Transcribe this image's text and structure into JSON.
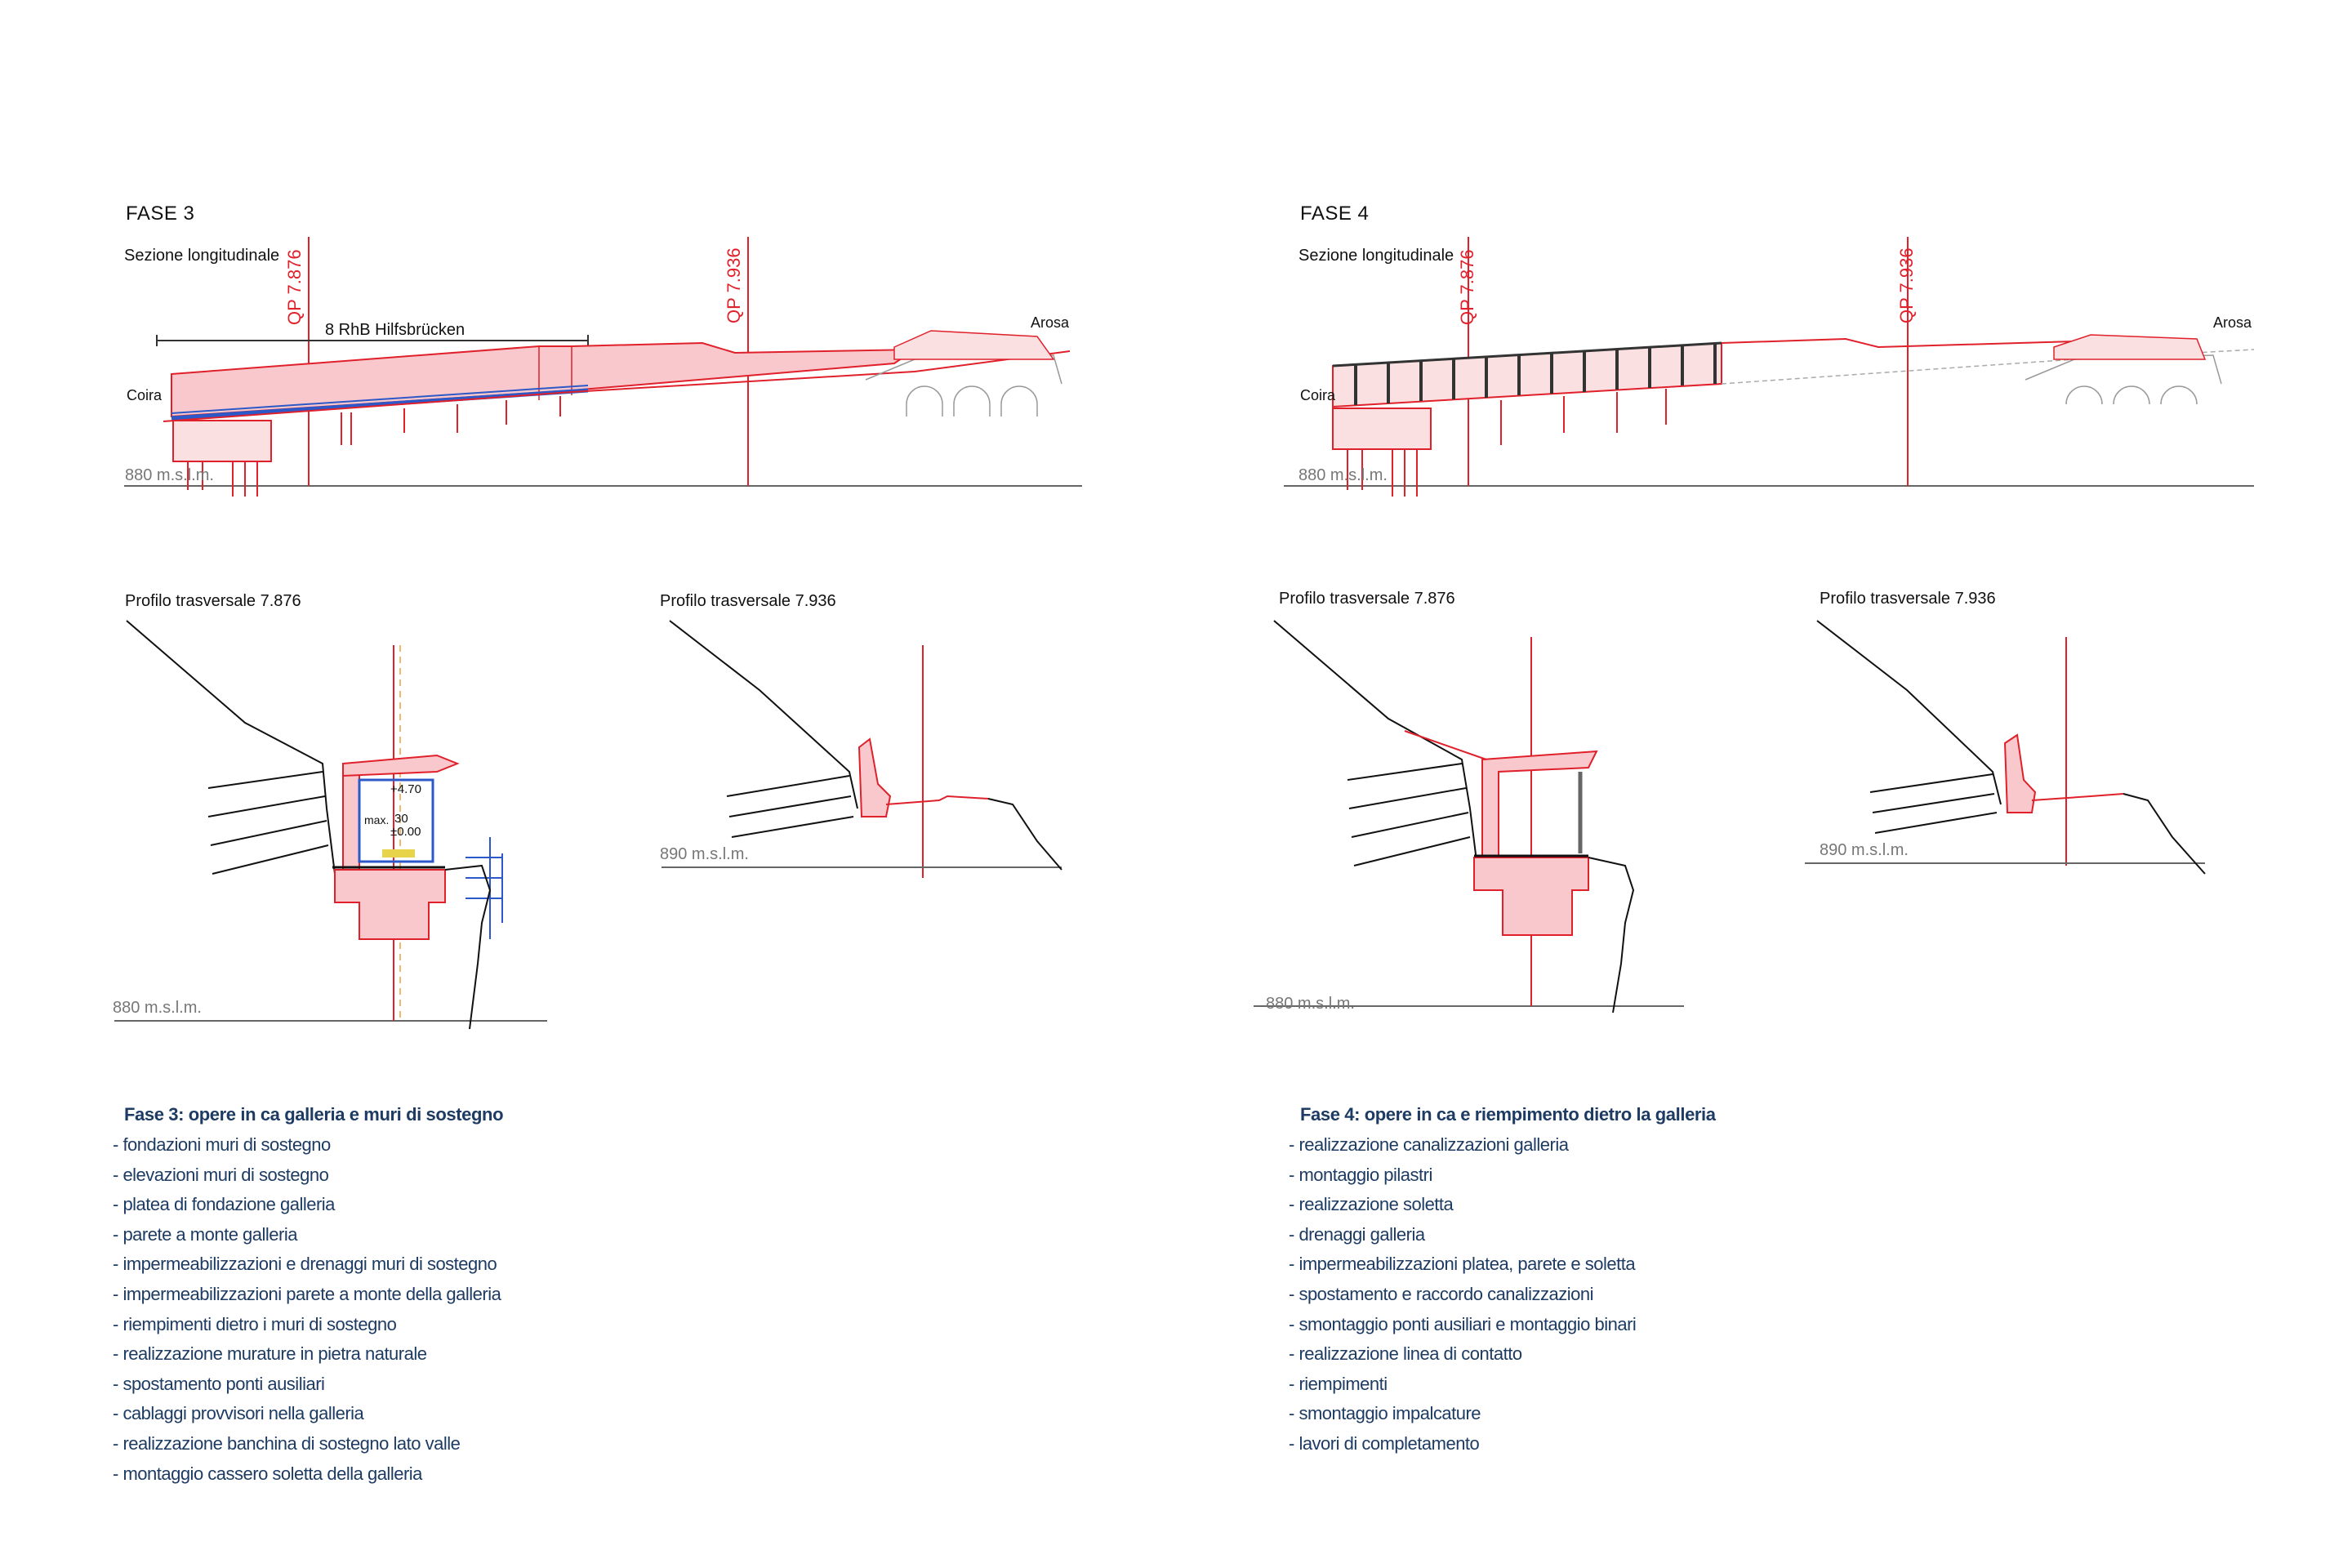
{
  "phase3": {
    "title": "FASE 3",
    "section_label": "Sezione longitudinale",
    "qp_left": "QP 7.876",
    "qp_right": "QP 7.936",
    "span_label": "8 RhB Hilfsbrücken",
    "left_place": "Coira",
    "right_place": "Arosa",
    "alt_long": "880 m.s.l.m.",
    "profile1_label": "Profilo trasversale 7.876",
    "profile2_label": "Profilo trasversale 7.936",
    "alt_profile1": "880 m.s.l.m.",
    "alt_profile2": "890 m.s.l.m.",
    "dim_top": "+4.70",
    "dim_max": "max.",
    "dim_30": "30",
    "dim_zero": "±0.00",
    "caption_title": "Fase 3: opere in ca galleria e muri di sostegno",
    "caption_items": [
      "- fondazioni muri di sostegno",
      "- elevazioni muri di sostegno",
      "- platea di fondazione galleria",
      "- parete a monte galleria",
      "- impermeabilizzazioni e drenaggi muri di sostegno",
      "- impermeabilizzazioni parete a monte della galleria",
      "- riempimenti dietro i muri di sostegno",
      "- realizzazione murature in pietra naturale",
      "- spostamento ponti ausiliari",
      "- cablaggi provvisori nella galleria",
      "- realizzazione banchina di sostegno lato valle",
      "- montaggio cassero soletta della galleria"
    ]
  },
  "phase4": {
    "title": "FASE 4",
    "section_label": "Sezione longitudinale",
    "qp_left": "QP 7.876",
    "qp_right": "QP 7.936",
    "left_place": "Coira",
    "right_place": "Arosa",
    "alt_long": "880 m.s.l.m.",
    "profile1_label": "Profilo trasversale 7.876",
    "profile2_label": "Profilo trasversale 7.936",
    "alt_profile1": "880 m.s.l.m.",
    "alt_profile2": "890 m.s.l.m.",
    "caption_title": "Fase 4: opere in ca e riempimento dietro la galleria",
    "caption_items": [
      "- realizzazione canalizzazioni galleria",
      "- montaggio pilastri",
      "- realizzazione soletta",
      "- drenaggi galleria",
      "- impermeabilizzazioni platea, parete e soletta",
      "- spostamento e raccordo canalizzazioni",
      "- smontaggio ponti ausiliari e montaggio binari",
      "- realizzazione linea di contatto",
      "- riempimenti",
      "- smontaggio impalcature",
      "- lavori di completamento"
    ]
  },
  "colors": {
    "red": "#e0202a",
    "pink": "#f4b5bb",
    "blue": "#2d58c8",
    "navy": "#1d3b63",
    "grey": "#777777"
  }
}
